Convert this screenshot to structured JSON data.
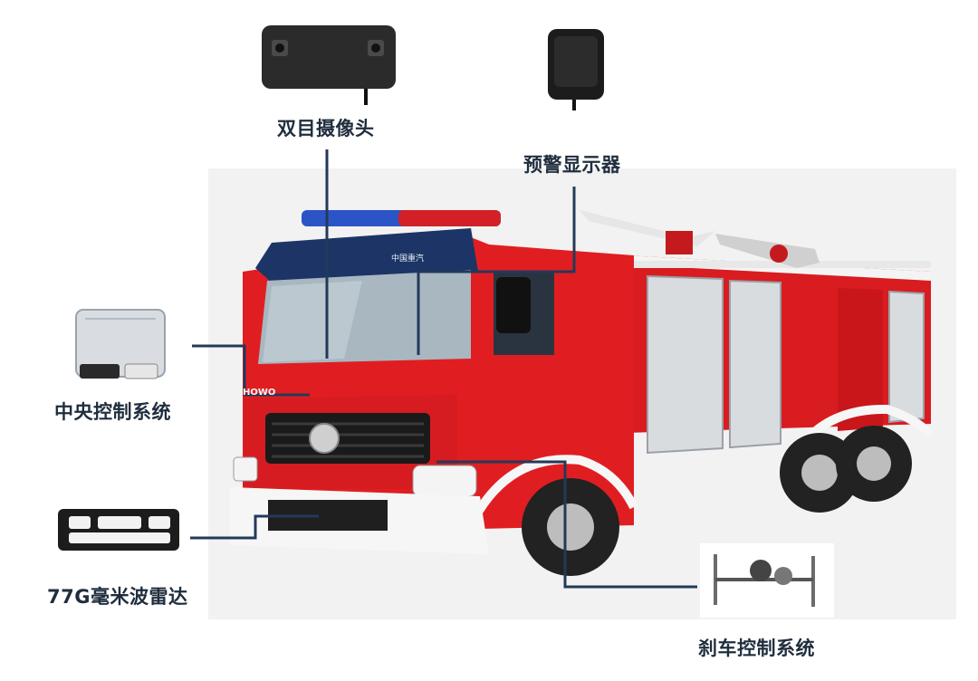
{
  "labels": {
    "stereo_camera": "双目摄像头",
    "warning_display": "预警显示器",
    "central_control": "中央控制系统",
    "radar": "77G毫米波雷达",
    "brake_control": "刹车控制系统"
  },
  "truck": {
    "grille_logo": "HOWO",
    "windshield_badge": "中国重汽"
  },
  "colors": {
    "truck_red": "#e01e22",
    "cab_blue": "#1c3566",
    "connector_line": "#23395a",
    "label_text": "#1f2d3d",
    "background_panel": "#f2f2f2"
  }
}
